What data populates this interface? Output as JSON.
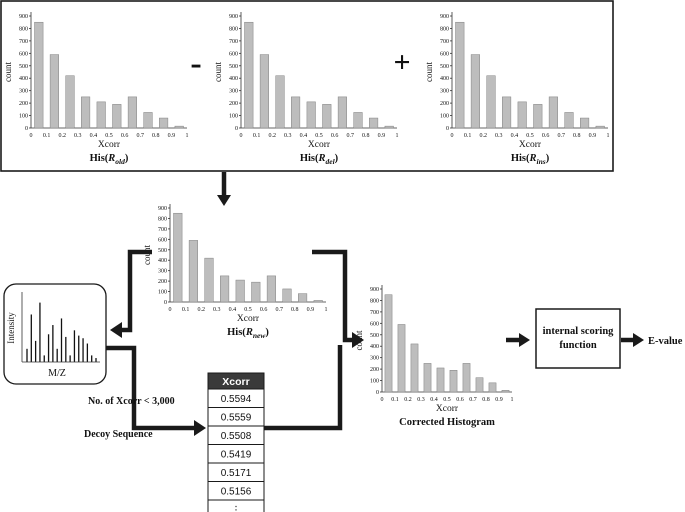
{
  "chart_data": [
    {
      "id": "his-old",
      "type": "bar",
      "xlabel": "Xcorr",
      "ylabel": "count",
      "ylim": [
        0,
        900
      ],
      "yticks": [
        "0",
        "100",
        "200",
        "300",
        "400",
        "500",
        "600",
        "700",
        "800",
        "900"
      ],
      "xticks": [
        "0",
        "0.1",
        "0.2",
        "0.3",
        "0.4",
        "0.5",
        "0.6",
        "0.7",
        "0.8",
        "0.9",
        "1"
      ],
      "x": [
        0.05,
        0.15,
        0.25,
        0.35,
        0.45,
        0.55,
        0.65,
        0.75,
        0.85,
        0.95
      ],
      "values": [
        850,
        590,
        420,
        250,
        210,
        190,
        250,
        125,
        80,
        15
      ],
      "caption_prefix": "His(",
      "caption_var": "R",
      "caption_sub": "old",
      "caption_suffix": ")"
    },
    {
      "id": "his-del",
      "type": "bar",
      "xlabel": "Xcorr",
      "ylabel": "count",
      "ylim": [
        0,
        900
      ],
      "yticks": [
        "0",
        "100",
        "200",
        "300",
        "400",
        "500",
        "600",
        "700",
        "800",
        "900"
      ],
      "xticks": [
        "0",
        "0.1",
        "0.2",
        "0.3",
        "0.4",
        "0.5",
        "0.6",
        "0.7",
        "0.8",
        "0.9",
        "1"
      ],
      "x": [
        0.05,
        0.15,
        0.25,
        0.35,
        0.45,
        0.55,
        0.65,
        0.75,
        0.85,
        0.95
      ],
      "values": [
        850,
        590,
        420,
        250,
        210,
        190,
        250,
        125,
        80,
        15
      ],
      "caption_prefix": "His(",
      "caption_var": "R",
      "caption_sub": "del",
      "caption_suffix": ")"
    },
    {
      "id": "his-ins",
      "type": "bar",
      "xlabel": "Xcorr",
      "ylabel": "count",
      "ylim": [
        0,
        900
      ],
      "yticks": [
        "0",
        "100",
        "200",
        "300",
        "400",
        "500",
        "600",
        "700",
        "800",
        "900"
      ],
      "xticks": [
        "0",
        "0.1",
        "0.2",
        "0.3",
        "0.4",
        "0.5",
        "0.6",
        "0.7",
        "0.8",
        "0.9",
        "1"
      ],
      "x": [
        0.05,
        0.15,
        0.25,
        0.35,
        0.45,
        0.55,
        0.65,
        0.75,
        0.85,
        0.95
      ],
      "values": [
        850,
        590,
        420,
        250,
        210,
        190,
        250,
        125,
        80,
        15
      ],
      "caption_prefix": "His(",
      "caption_var": "R",
      "caption_sub": "ins",
      "caption_suffix": ")"
    },
    {
      "id": "his-new",
      "type": "bar",
      "xlabel": "Xcorr",
      "ylabel": "count",
      "ylim": [
        0,
        900
      ],
      "yticks": [
        "0",
        "100",
        "200",
        "300",
        "400",
        "500",
        "600",
        "700",
        "800",
        "900"
      ],
      "xticks": [
        "0",
        "0.1",
        "0.2",
        "0.3",
        "0.4",
        "0.5",
        "0.6",
        "0.7",
        "0.8",
        "0.9",
        "1"
      ],
      "x": [
        0.05,
        0.15,
        0.25,
        0.35,
        0.45,
        0.55,
        0.65,
        0.75,
        0.85,
        0.95
      ],
      "values": [
        850,
        590,
        420,
        250,
        210,
        190,
        250,
        125,
        80,
        15
      ],
      "caption_prefix": "His(",
      "caption_var": "R",
      "caption_sub": "new",
      "caption_suffix": ")"
    },
    {
      "id": "corrected",
      "type": "bar",
      "xlabel": "Xcorr",
      "ylabel": "count",
      "ylim": [
        0,
        900
      ],
      "yticks": [
        "0",
        "100",
        "200",
        "300",
        "400",
        "500",
        "600",
        "700",
        "800",
        "900"
      ],
      "xticks": [
        "0",
        "0.1",
        "0.2",
        "0.3",
        "0.4",
        "0.5",
        "0.6",
        "0.7",
        "0.8",
        "0.9",
        "1"
      ],
      "x": [
        0.05,
        0.15,
        0.25,
        0.35,
        0.45,
        0.55,
        0.65,
        0.75,
        0.85,
        0.95
      ],
      "values": [
        850,
        590,
        420,
        250,
        210,
        190,
        250,
        125,
        80,
        15
      ],
      "caption_prefix": "Corrected Histogram",
      "caption_var": "",
      "caption_sub": "",
      "caption_suffix": ""
    }
  ],
  "operators": {
    "minus": "-",
    "plus": "+"
  },
  "spectrum": {
    "ylabel": "Intensity",
    "xlabel": "M/Z",
    "peaks": [
      0.2,
      0.72,
      0.32,
      0.9,
      0.1,
      0.42,
      0.56,
      0.2,
      0.66,
      0.38,
      0.1,
      0.48,
      0.4,
      0.36,
      0.28,
      0.1,
      0.06
    ]
  },
  "labels": {
    "xcorr_condition": "No. of Xcorr < 3,000",
    "decoy_sequence": "Decoy Sequence",
    "internal_scoring": "internal scoring function",
    "evalue": "E-value"
  },
  "decoy_table": {
    "header": "Xcorr",
    "rows": [
      "0.5594",
      "0.5559",
      "0.5508",
      "0.5419",
      "0.5171",
      "0.5156",
      "⋮"
    ]
  },
  "colors": {
    "bar_fill": "#bdbdbd",
    "table_header": "#3a3a3a"
  }
}
